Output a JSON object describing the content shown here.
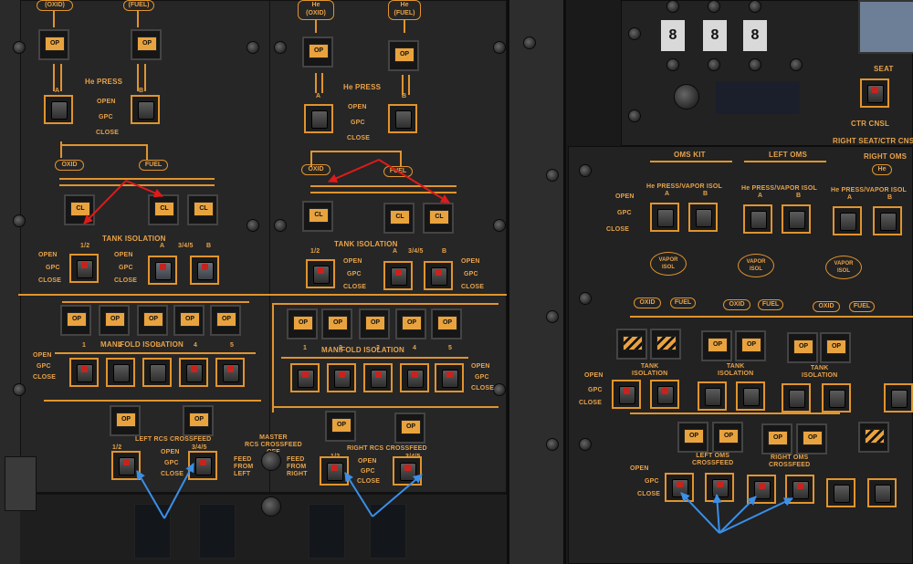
{
  "colors": {
    "label": "#e8a34a",
    "trace": "#e0942f",
    "flag": "#c9221d",
    "arrow_red": "#e01a1a",
    "arrow_blue": "#3a8fe8",
    "panel": "#242424"
  },
  "left_panel": {
    "top_pills": [
      "(OXID)",
      "(FUEL)"
    ],
    "he_press": "He PRESS",
    "he_a": "A",
    "he_b": "B",
    "pos": [
      "OPEN",
      "GPC",
      "CLOSE"
    ],
    "oxid": "OXID",
    "fuel": "FUEL",
    "tank_iso": "TANK ISOLATION",
    "tank_lbls": [
      "1/2",
      "A",
      "3/4/5",
      "B"
    ],
    "manifold": "MANIFOLD ISOLATION",
    "manifold_nums": [
      "1",
      "2",
      "3",
      "4",
      "5"
    ],
    "crossfeed": "LEFT RCS CROSSFEED",
    "cf_lbls": [
      "1/2",
      "3/4/5"
    ],
    "tb_op": "OP",
    "tb_cl": "CL"
  },
  "mid_panel": {
    "top_pills": [
      "He\n(OXID)",
      "He\n(FUEL)"
    ],
    "he_press": "He PRESS",
    "he_a": "A",
    "he_b": "B",
    "pos": [
      "OPEN",
      "GPC",
      "CLOSE"
    ],
    "oxid": "OXID",
    "fuel": "FUEL",
    "tank_iso": "TANK ISOLATION",
    "tank_lbls": [
      "1/2",
      "A",
      "3/4/5",
      "B"
    ],
    "manifold": "MANIFOLD ISOLATION",
    "manifold_nums": [
      "1",
      "2",
      "3",
      "4",
      "5"
    ],
    "crossfeed": "RIGHT RCS CROSSFEED",
    "cf_lbls": [
      "1/2",
      "3/4/5"
    ],
    "master": "MASTER\nRCS CROSSFEED\nOFF",
    "feed_left": "FEED\nFROM\nLEFT",
    "feed_right": "FEED\nFROM\nRIGHT"
  },
  "right_panel": {
    "drums": [
      "8",
      "8",
      "8"
    ],
    "seat": "SEAT",
    "ctr_cnsl": "CTR CNSL",
    "right_seat": "RIGHT SEAT/CTR CNSL",
    "oms_kit": "OMS KIT",
    "left_oms": "LEFT OMS",
    "right_oms": "RIGHT OMS",
    "he_press_vapor": "He PRESS/VAPOR ISOL",
    "ab": [
      "A",
      "B"
    ],
    "pos": [
      "OPEN",
      "GPC",
      "CLOSE"
    ],
    "vapor": "VAPOR\nISOL",
    "oxid": "OXID",
    "fuel": "FUEL",
    "tank_iso": "TANK\nISOLATION",
    "left_oms_cf": "LEFT OMS\nCROSSFEED",
    "right_oms_cf": "RIGHT OMS\nCROSSFEED",
    "he_short": "He"
  }
}
